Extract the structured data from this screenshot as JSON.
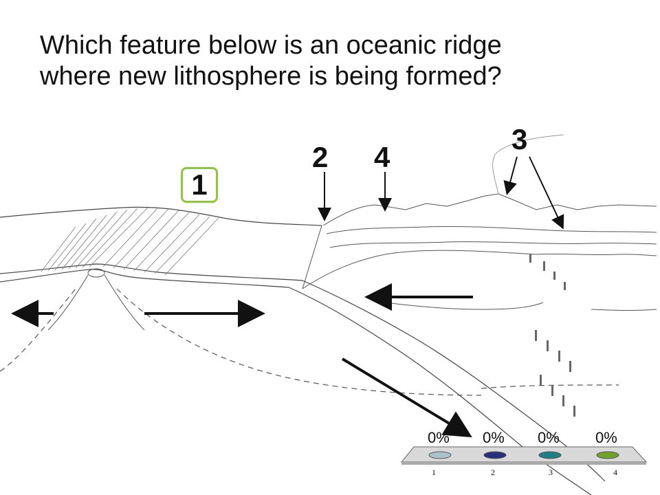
{
  "question": {
    "line1": "Which feature below is an oceanic ridge",
    "line2": "where new lithosphere is being formed?"
  },
  "labels": {
    "feature1": "1",
    "feature2": "2",
    "feature3": "3",
    "feature4": "4"
  },
  "poll": {
    "options": [
      {
        "number": "1",
        "percent": "0%",
        "color": "#a9c4cc"
      },
      {
        "number": "2",
        "percent": "0%",
        "color": "#2a2f7a"
      },
      {
        "number": "3",
        "percent": "0%",
        "color": "#1f7f86"
      },
      {
        "number": "4",
        "percent": "0%",
        "color": "#6fa329"
      }
    ]
  },
  "colors": {
    "correct_answer_outline": "#8dc63f",
    "ink": "#111111"
  }
}
